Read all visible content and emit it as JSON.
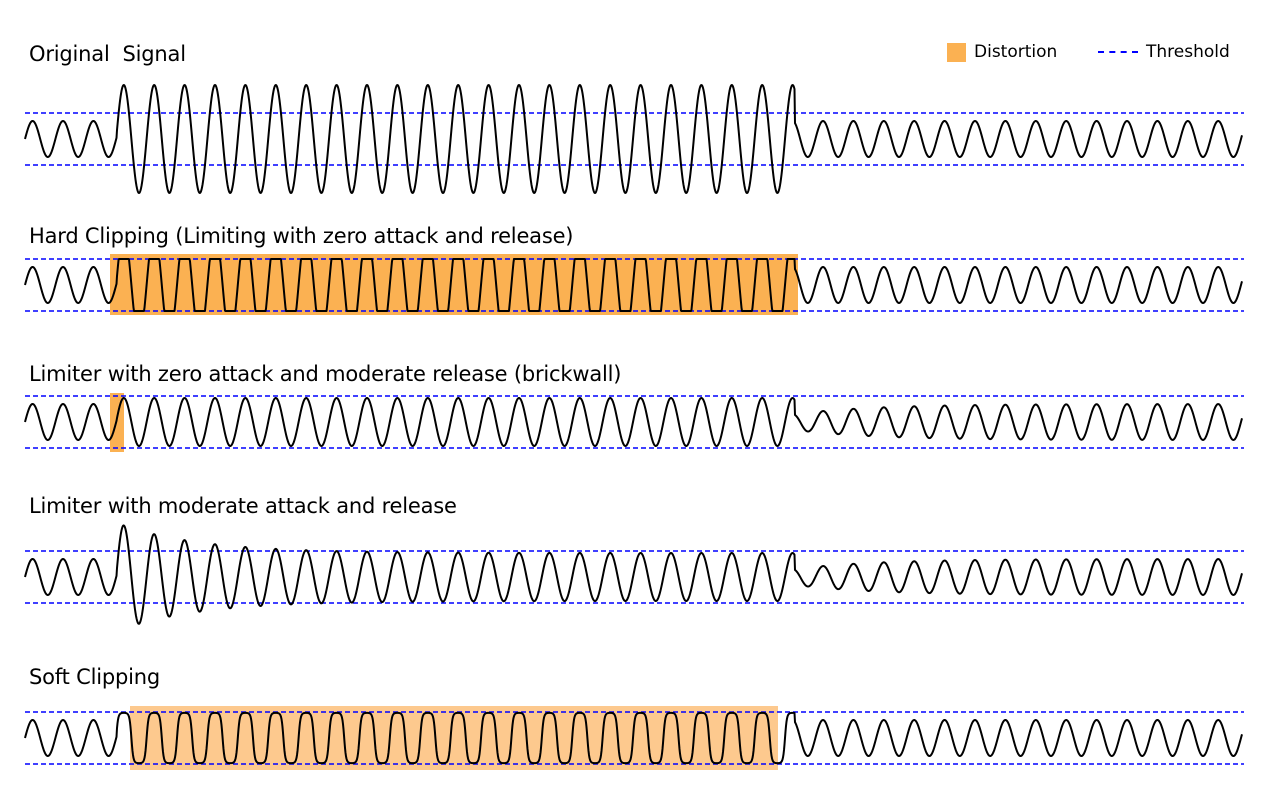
{
  "legend": {
    "distortion_label": "Distortion",
    "threshold_label": "Threshold"
  },
  "colors": {
    "distortion": "#fbb152",
    "distortion_soft": "#fdc98e",
    "threshold": "#0000ff",
    "signal": "#000000"
  },
  "panels": [
    {
      "title": "Original  Signal"
    },
    {
      "title": "Hard Clipping (Limiting with zero attack and release)"
    },
    {
      "title": "Limiter with zero attack and moderate release (brickwall)"
    },
    {
      "title": "Limiter with moderate attack and release"
    },
    {
      "title": "Soft Clipping"
    }
  ]
}
